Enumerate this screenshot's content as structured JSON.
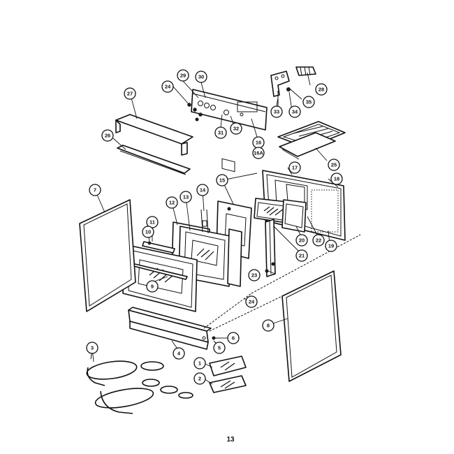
{
  "page_number": "13",
  "callouts": {
    "c29": "29",
    "c30": "30",
    "c24a": "24",
    "c31": "31",
    "c32": "32",
    "c16": "16",
    "c16a": "16A",
    "c27": "27",
    "c26": "26",
    "c28": "28",
    "c33": "33",
    "c34": "34",
    "c35": "35",
    "c25": "25",
    "c17": "17",
    "c18": "18",
    "c15": "15",
    "c14": "14",
    "c13": "13",
    "c12": "12",
    "c7": "7",
    "c11": "11",
    "c10": "10",
    "c9": "9",
    "c20": "20",
    "c22": "22",
    "c19": "19",
    "c21": "21",
    "c23": "23",
    "c24b": "24",
    "c6": "6",
    "c4": "4",
    "c5": "5",
    "c3": "3",
    "c1": "1",
    "c2": "2",
    "c8": "8"
  }
}
